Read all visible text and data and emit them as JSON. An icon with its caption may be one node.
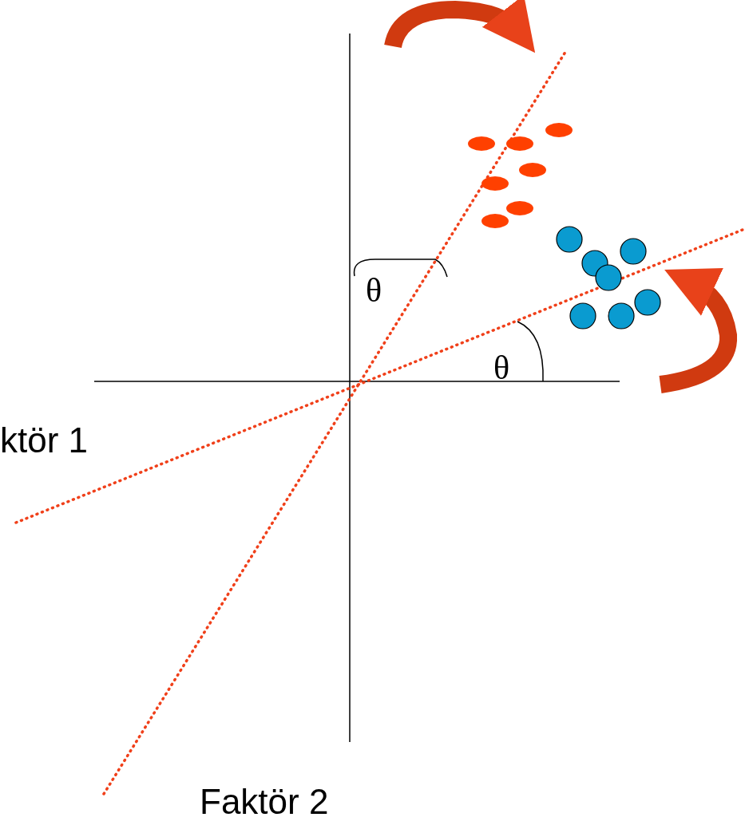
{
  "diagram": {
    "labels": [
      "θ",
      "θ",
      "ktör 1",
      "Faktör 2"
    ]
  }
}
